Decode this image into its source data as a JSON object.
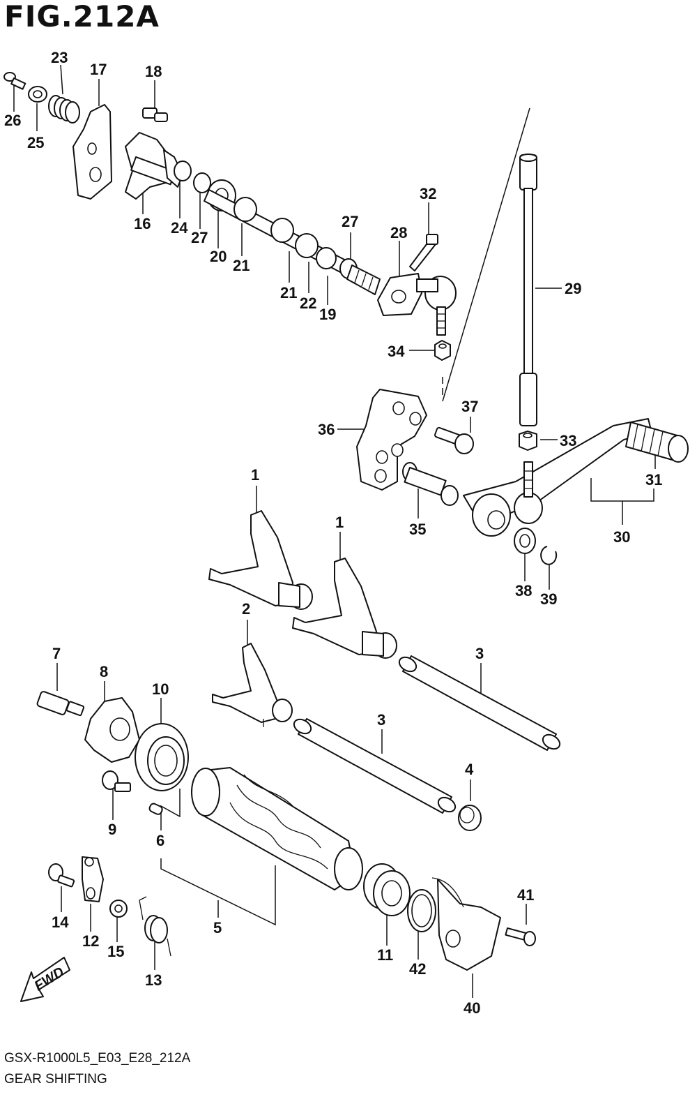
{
  "figure": {
    "title": "FIG.212A",
    "model_code": "GSX-R1000L5_E03_E28_212A",
    "caption": "GEAR SHIFTING"
  },
  "fwd_arrow": {
    "label": "FWD"
  },
  "callouts": {
    "c1a": "1",
    "c1b": "1",
    "c2": "2",
    "c3a": "3",
    "c3b": "3",
    "c4": "4",
    "c5": "5",
    "c6": "6",
    "c7": "7",
    "c8": "8",
    "c9": "9",
    "c10": "10",
    "c11": "11",
    "c12": "12",
    "c13": "13",
    "c14": "14",
    "c15": "15",
    "c16": "16",
    "c17": "17",
    "c18": "18",
    "c19": "19",
    "c20": "20",
    "c21a": "21",
    "c21b": "21",
    "c22": "22",
    "c23": "23",
    "c24": "24",
    "c25": "25",
    "c26": "26",
    "c27a": "27",
    "c27b": "27",
    "c28": "28",
    "c29": "29",
    "c30": "30",
    "c31": "31",
    "c32": "32",
    "c33": "33",
    "c34": "34",
    "c35": "35",
    "c36": "36",
    "c37": "37",
    "c38": "38",
    "c39": "39",
    "c40": "40",
    "c41": "41",
    "c42": "42"
  },
  "colors": {
    "line": "#111111",
    "background": "#ffffff"
  }
}
